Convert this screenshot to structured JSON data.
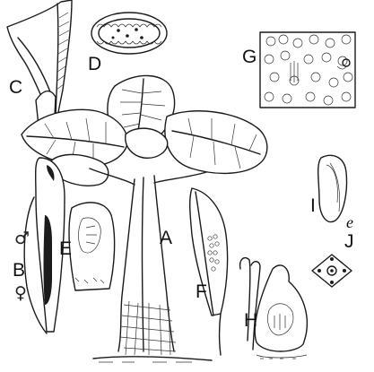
{
  "plate": {
    "labels": {
      "A": "A",
      "B": "B",
      "C": "C",
      "D": "D",
      "E": "E",
      "F": "F",
      "G": "G",
      "H": "H",
      "I": "I",
      "J": "J",
      "e": "e",
      "male": "♂",
      "female": "♀"
    }
  }
}
